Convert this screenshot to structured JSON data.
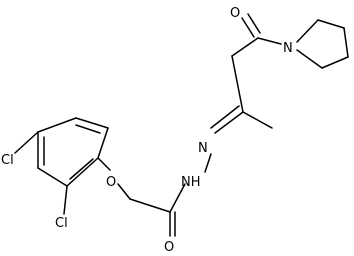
{
  "molecule": {
    "atoms": {
      "o_ketone": "O",
      "n_pyrrolidine": "N",
      "n_imine": "N",
      "nh_hydrazide": "NH",
      "o_ether": "O",
      "o_amide": "O",
      "cl_para": "Cl",
      "cl_ortho": "Cl"
    }
  }
}
